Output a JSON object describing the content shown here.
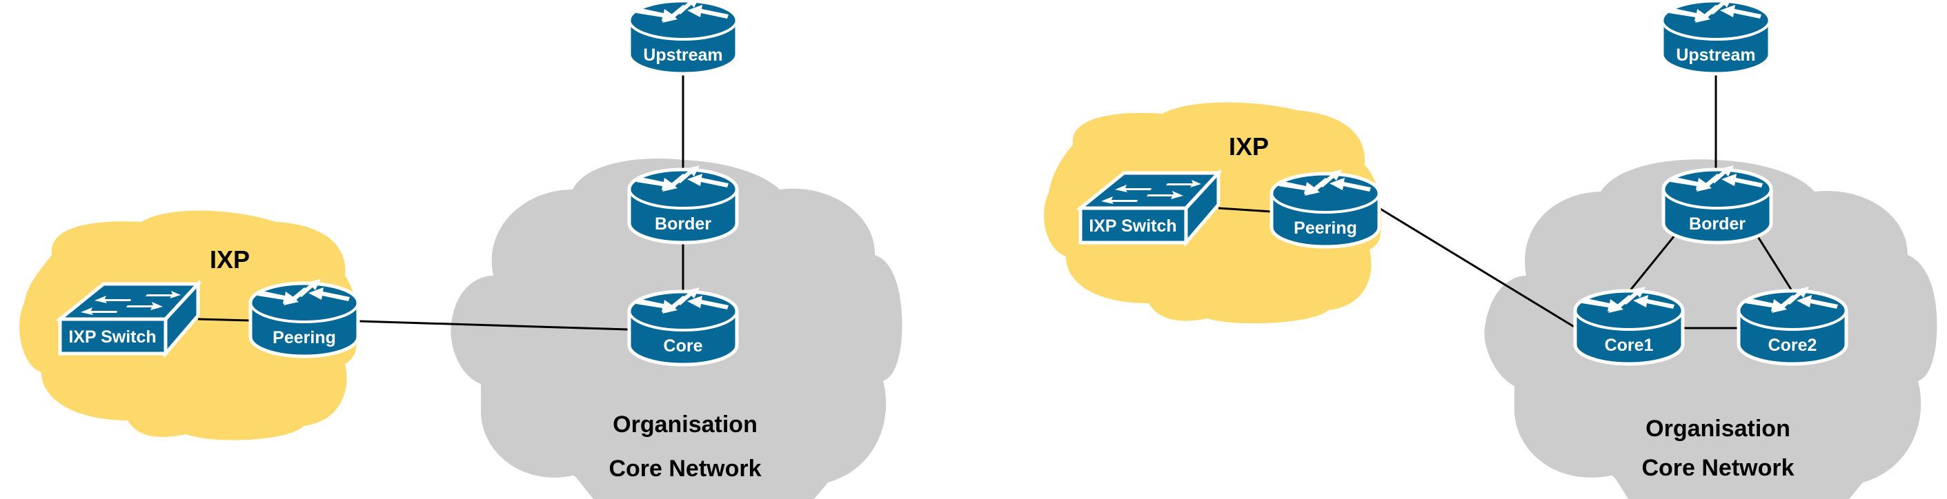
{
  "diagrams": [
    {
      "id": "single-core",
      "ixp_label": "IXP",
      "network_label_line1": "Organisation",
      "network_label_line2": "Core Network",
      "devices": {
        "switch": "IXP Switch",
        "peering": "Peering",
        "upstream": "Upstream",
        "border": "Border",
        "core": "Core"
      },
      "links": [
        [
          "IXP Switch",
          "Peering"
        ],
        [
          "Peering",
          "Core"
        ],
        [
          "Upstream",
          "Border"
        ],
        [
          "Border",
          "Core"
        ]
      ]
    },
    {
      "id": "dual-core",
      "ixp_label": "IXP",
      "network_label_line1": "Organisation",
      "network_label_line2": "Core Network",
      "devices": {
        "switch": "IXP Switch",
        "peering": "Peering",
        "upstream": "Upstream",
        "border": "Border",
        "core1": "Core1",
        "core2": "Core2"
      },
      "links": [
        [
          "IXP Switch",
          "Peering"
        ],
        [
          "Peering",
          "Core1"
        ],
        [
          "Upstream",
          "Border"
        ],
        [
          "Border",
          "Core1"
        ],
        [
          "Border",
          "Core2"
        ],
        [
          "Core1",
          "Core2"
        ]
      ]
    }
  ],
  "colors": {
    "device_blue": "#056897",
    "ixp_cloud": "#fdd96b",
    "core_cloud": "#cccccc"
  }
}
